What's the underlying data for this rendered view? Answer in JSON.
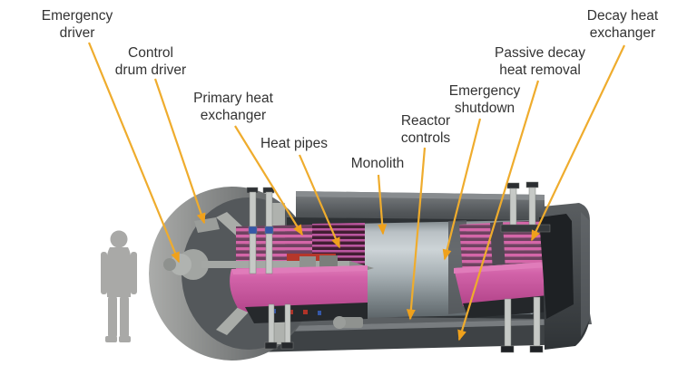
{
  "figure": {
    "type": "labeled-cutaway-diagram",
    "subject": "Microreactor cutaway with component callouts and human figure for scale"
  },
  "annotations": [
    {
      "label": "Emergency\ndriver"
    },
    {
      "label": "Control\ndrum driver"
    },
    {
      "label": "Primary heat\nexchanger"
    },
    {
      "label": "Heat pipes"
    },
    {
      "label": "Monolith"
    },
    {
      "label": "Reactor\ncontrols"
    },
    {
      "label": "Emergency\nshutdown"
    },
    {
      "label": "Passive decay\nheat removal"
    },
    {
      "label": "Decay heat\nexchanger"
    }
  ],
  "colors": {
    "background": "#ffffff",
    "annotation_line": "#EFAC2D",
    "annotation_text": "#333333",
    "vessel_dark": "#4B4F53",
    "vessel_mid": "#6A6E71",
    "vessel_light": "#A6A7A5",
    "interior_dark": "#2E3235",
    "monolith_light": "#C9D0D3",
    "monolith_mid": "#9AA3A7",
    "heat_exchanger_pink": "#CE58A2",
    "fin_pink": "#D466A8",
    "fin_dark": "#6E4260",
    "core_red": "#B5372B",
    "accent_blue": "#3558A8",
    "rod_gray": "#C6C9C6",
    "human_gray": "#A9A9A7"
  }
}
